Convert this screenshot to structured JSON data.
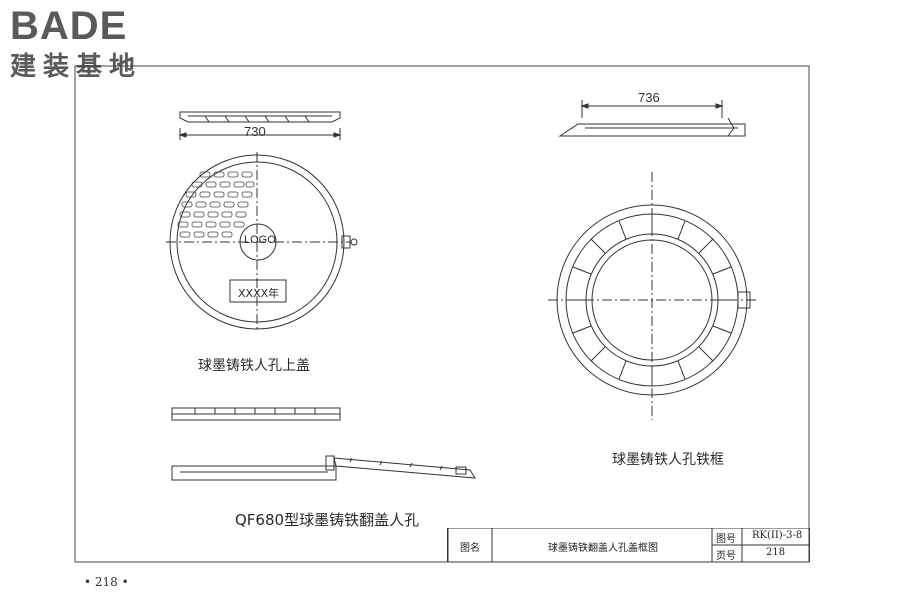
{
  "brand": {
    "logo_text": "BADE",
    "subtitle": "建装基地"
  },
  "drawing": {
    "cover": {
      "caption": "球墨铸铁人孔上盖",
      "dimension": "730",
      "logo_label": "LOGO",
      "year_plate": "XXXX年"
    },
    "frame": {
      "caption": "球墨铸铁人孔铁框",
      "dimension": "736"
    },
    "assembly": {
      "caption": "QF680型球墨铸铁翻盖人孔"
    }
  },
  "title_block": {
    "name_label": "图名",
    "name_value": "球墨铸铁翻盖人孔盖框图",
    "number_label": "图号",
    "number_value": "RK(II)-3-8",
    "page_label": "页号",
    "page_value": "218"
  },
  "page_number": "• 218 •"
}
